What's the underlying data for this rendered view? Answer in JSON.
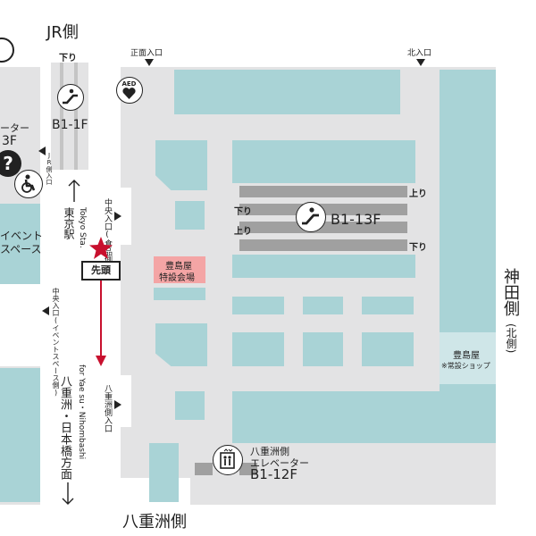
{
  "sides": {
    "jr": "JR側",
    "kanda": "神田側",
    "kanda_note": "(北側)",
    "yaesu": "八重洲側",
    "tokyo_sta": "東京駅",
    "tokyo_sta_en": "Tokyo Sta.",
    "yaesu_dir": "八重洲・日本橋方面",
    "yaesu_dir_en": "for Yae su・Nihombashi"
  },
  "entrances": {
    "front": "正面入口",
    "north": "北入口",
    "jr_side": "JR側入口",
    "central_food": "中央入口(食品側)",
    "central_event": "中央入口(イベントスペース側)",
    "yaesu_side": "八重洲側入口"
  },
  "escalators": {
    "left_down": "下り",
    "left_floor": "B1-1F",
    "center_floor": "B1-13F",
    "up": "上り",
    "down": "下り"
  },
  "elevator": {
    "line1": "八重洲側",
    "line2": "エレベーター",
    "floor": "B1-12F"
  },
  "left_area": {
    "elevator_partial": "ーター",
    "floor_partial": "3F",
    "event_line1": "イベント",
    "event_line2": "スペース"
  },
  "stores": {
    "toshimaya_special_line1": "豊島屋",
    "toshimaya_special_line2": "特設会場",
    "toshimaya_permanent_line1": "豊島屋",
    "toshimaya_permanent_line2": "※常設ショップ"
  },
  "markers": {
    "aed": "AED",
    "head": "先頭",
    "info": "?"
  },
  "colors": {
    "floor": "#e3e3e4",
    "store": "#a9d3d6",
    "highlight": "#f4a5a5",
    "route": "#c8102e"
  }
}
